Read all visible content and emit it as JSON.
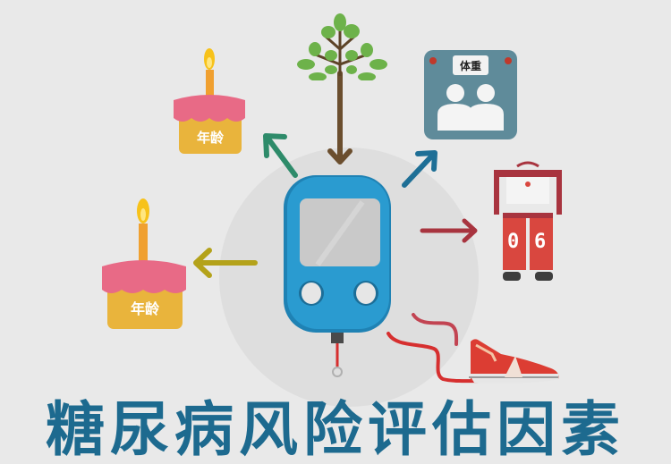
{
  "title": "糖尿病风险评估因素",
  "center": {
    "device": "glucose-meter"
  },
  "factors": [
    {
      "id": "age-1",
      "label": "年龄",
      "icon": "birthday-cake-icon",
      "arrow_color": "#2e8b6a"
    },
    {
      "id": "age-2",
      "label": "年龄",
      "icon": "birthday-cake-icon",
      "arrow_color": "#b4a21a"
    },
    {
      "id": "family-tree",
      "label": "",
      "icon": "tree-icon",
      "arrow_color": "#6b4e2e"
    },
    {
      "id": "weight",
      "label": "体重",
      "icon": "scale-icon",
      "arrow_color": "#1e6f96"
    },
    {
      "id": "waist",
      "label": "",
      "icon": "pants-icon",
      "numbers": [
        "0",
        "6"
      ],
      "arrow_color": "#a8343f"
    },
    {
      "id": "exercise",
      "label": "",
      "icon": "sneaker-icon",
      "arrow_color": "#c8383a"
    }
  ],
  "colors": {
    "background": "#e9e9e9",
    "title": "#1d6a8f",
    "meter": "#2a9bd0",
    "cake_top": "#e86a86",
    "cake_base": "#e9b43c",
    "scale": "#5f8b9a",
    "pants": "#d9473f",
    "shoe": "#dc3d33"
  }
}
